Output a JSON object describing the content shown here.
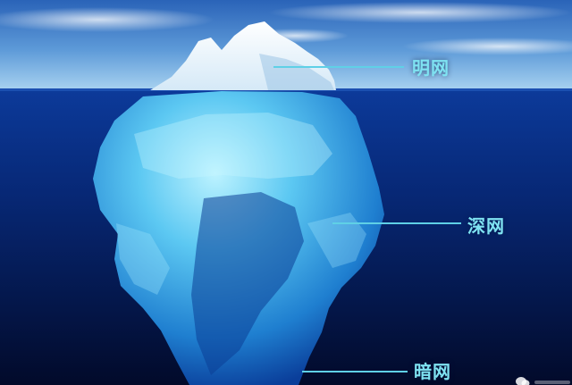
{
  "layers": [
    {
      "key": "surface",
      "label": "明网"
    },
    {
      "key": "deep",
      "label": "深网"
    },
    {
      "key": "dark",
      "label": "暗网"
    }
  ],
  "colors": {
    "label_text": "#7fe3f2",
    "leader_line": "#5fd0e6",
    "sky_top": "#2e6fc4",
    "sky_bottom": "#8fc2ea",
    "sea_surface": "#0b2f85",
    "sea_deep": "#020a2a",
    "ice_above": "#ffffff",
    "ice_below": "#4cc3f0"
  },
  "icons": {
    "watermark": "wechat-logo-icon"
  }
}
